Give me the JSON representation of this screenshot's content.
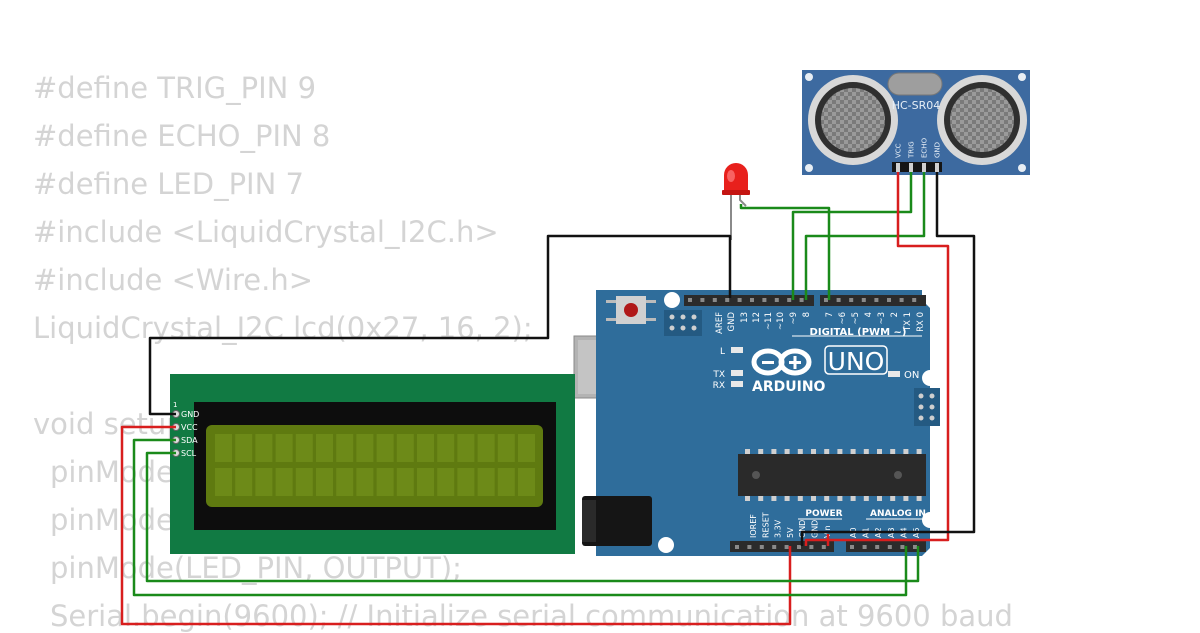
{
  "code_lines": [
    "#define TRIG_PIN 9",
    "#define ECHO_PIN 8",
    "#define LED_PIN 7",
    "#include <LiquidCrystal_I2C.h>",
    "#include <Wire.h>",
    "LiquidCrystal_I2C lcd(0x27, 16, 2);",
    "",
    "void setup() {",
    "  pinMode(TRIG_PIN, OUTPUT);",
    "  pinMode(ECHO_PIN, INPUT);",
    "  pinMode(LED_PIN, OUTPUT);",
    "  Serial.begin(9600); // Initialize serial communication at 9600 baud"
  ],
  "sensor": {
    "model": "HC-SR04",
    "pins": [
      "VCC",
      "TRIG",
      "ECHO",
      "GND"
    ]
  },
  "lcd": {
    "pin1_marker": "1",
    "pins": [
      "GND",
      "VCC",
      "SDA",
      "SCL"
    ]
  },
  "arduino": {
    "brand": "ARDUINO",
    "model": "UNO",
    "on_label": "ON",
    "led_l": "L",
    "led_tx": "TX",
    "led_rx": "RX",
    "digital_header": "DIGITAL (PWM ~)",
    "digital_pins": [
      "AREF",
      "GND",
      "13",
      "12",
      "~11",
      "~10",
      "~9",
      "8",
      "7",
      "~6",
      "~5",
      "4",
      "~3",
      "2",
      "TX 1",
      "RX 0"
    ],
    "power_header": "POWER",
    "power_pins": [
      "IOREF",
      "RESET",
      "3.3V",
      "5V",
      "GND",
      "GND",
      "Vin"
    ],
    "analog_header": "ANALOG IN",
    "analog_pins": [
      "A0",
      "A1",
      "A2",
      "A3",
      "A4",
      "A5"
    ]
  },
  "colors": {
    "code_text": "#d4d4d4",
    "board_blue": "#2f6d9b",
    "lcd_pcb": "#117a43",
    "lcd_screen": "#5f7a10",
    "sensor_blue": "#3d6aa0",
    "wire_black": "#111111",
    "wire_green": "#1a8a1a",
    "wire_red": "#d81e1e",
    "led_red": "#e8201c"
  }
}
